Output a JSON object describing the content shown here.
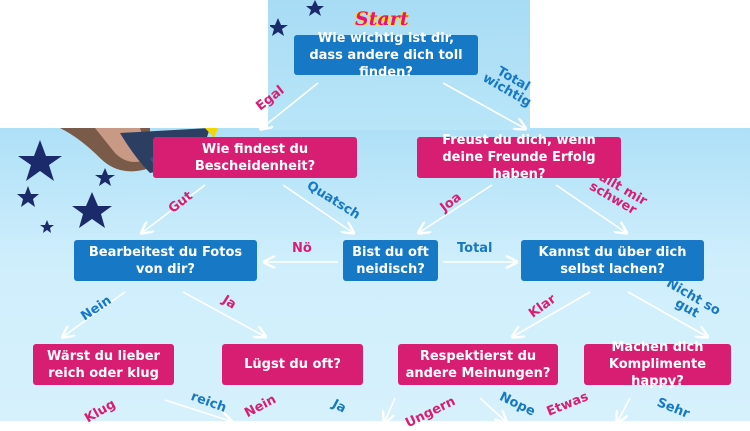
{
  "start": "Start",
  "nodes": {
    "q1": "Wie wichtig ist dir, dass andere dich toll finden?",
    "q2": "Wie findest du Bescheidenheit?",
    "q3": "Freust du dich, wenn deine Freunde Erfolg haben?",
    "q4": "Bearbeitest du Fotos von dir?",
    "q5": "Bist du oft neidisch?",
    "q6": "Kannst du über dich selbst lachen?",
    "q7": "Wärst du lieber reich oder klug",
    "q8": "Lügst du oft?",
    "q9": "Respektierst du andere Meinungen?",
    "q10": "Machen dich Komplimente happy?"
  },
  "labels": {
    "egal": "Egal",
    "total_wichtig": "Total wichtig",
    "gut": "Gut",
    "quatsch": "Quatsch",
    "joa": "Joa",
    "faellt_mir_schwer": "Fällt mir schwer",
    "noe": "Nö",
    "total": "Total",
    "nein_left": "Nein",
    "ja_left": "Ja",
    "klar": "Klar",
    "nicht_so_gut": "Nicht so gut",
    "klug": "Klug",
    "reich": "reich",
    "nein_bottom": "Nein",
    "ja_bottom": "Ja",
    "ungern": "Ungern",
    "nope": "Nope",
    "etwas": "Etwas",
    "sehr": "Sehr"
  },
  "colors": {
    "blue": "#1779c6",
    "pink": "#d81e73",
    "arrow": "#ffffff",
    "star": "#1b2a6b"
  }
}
